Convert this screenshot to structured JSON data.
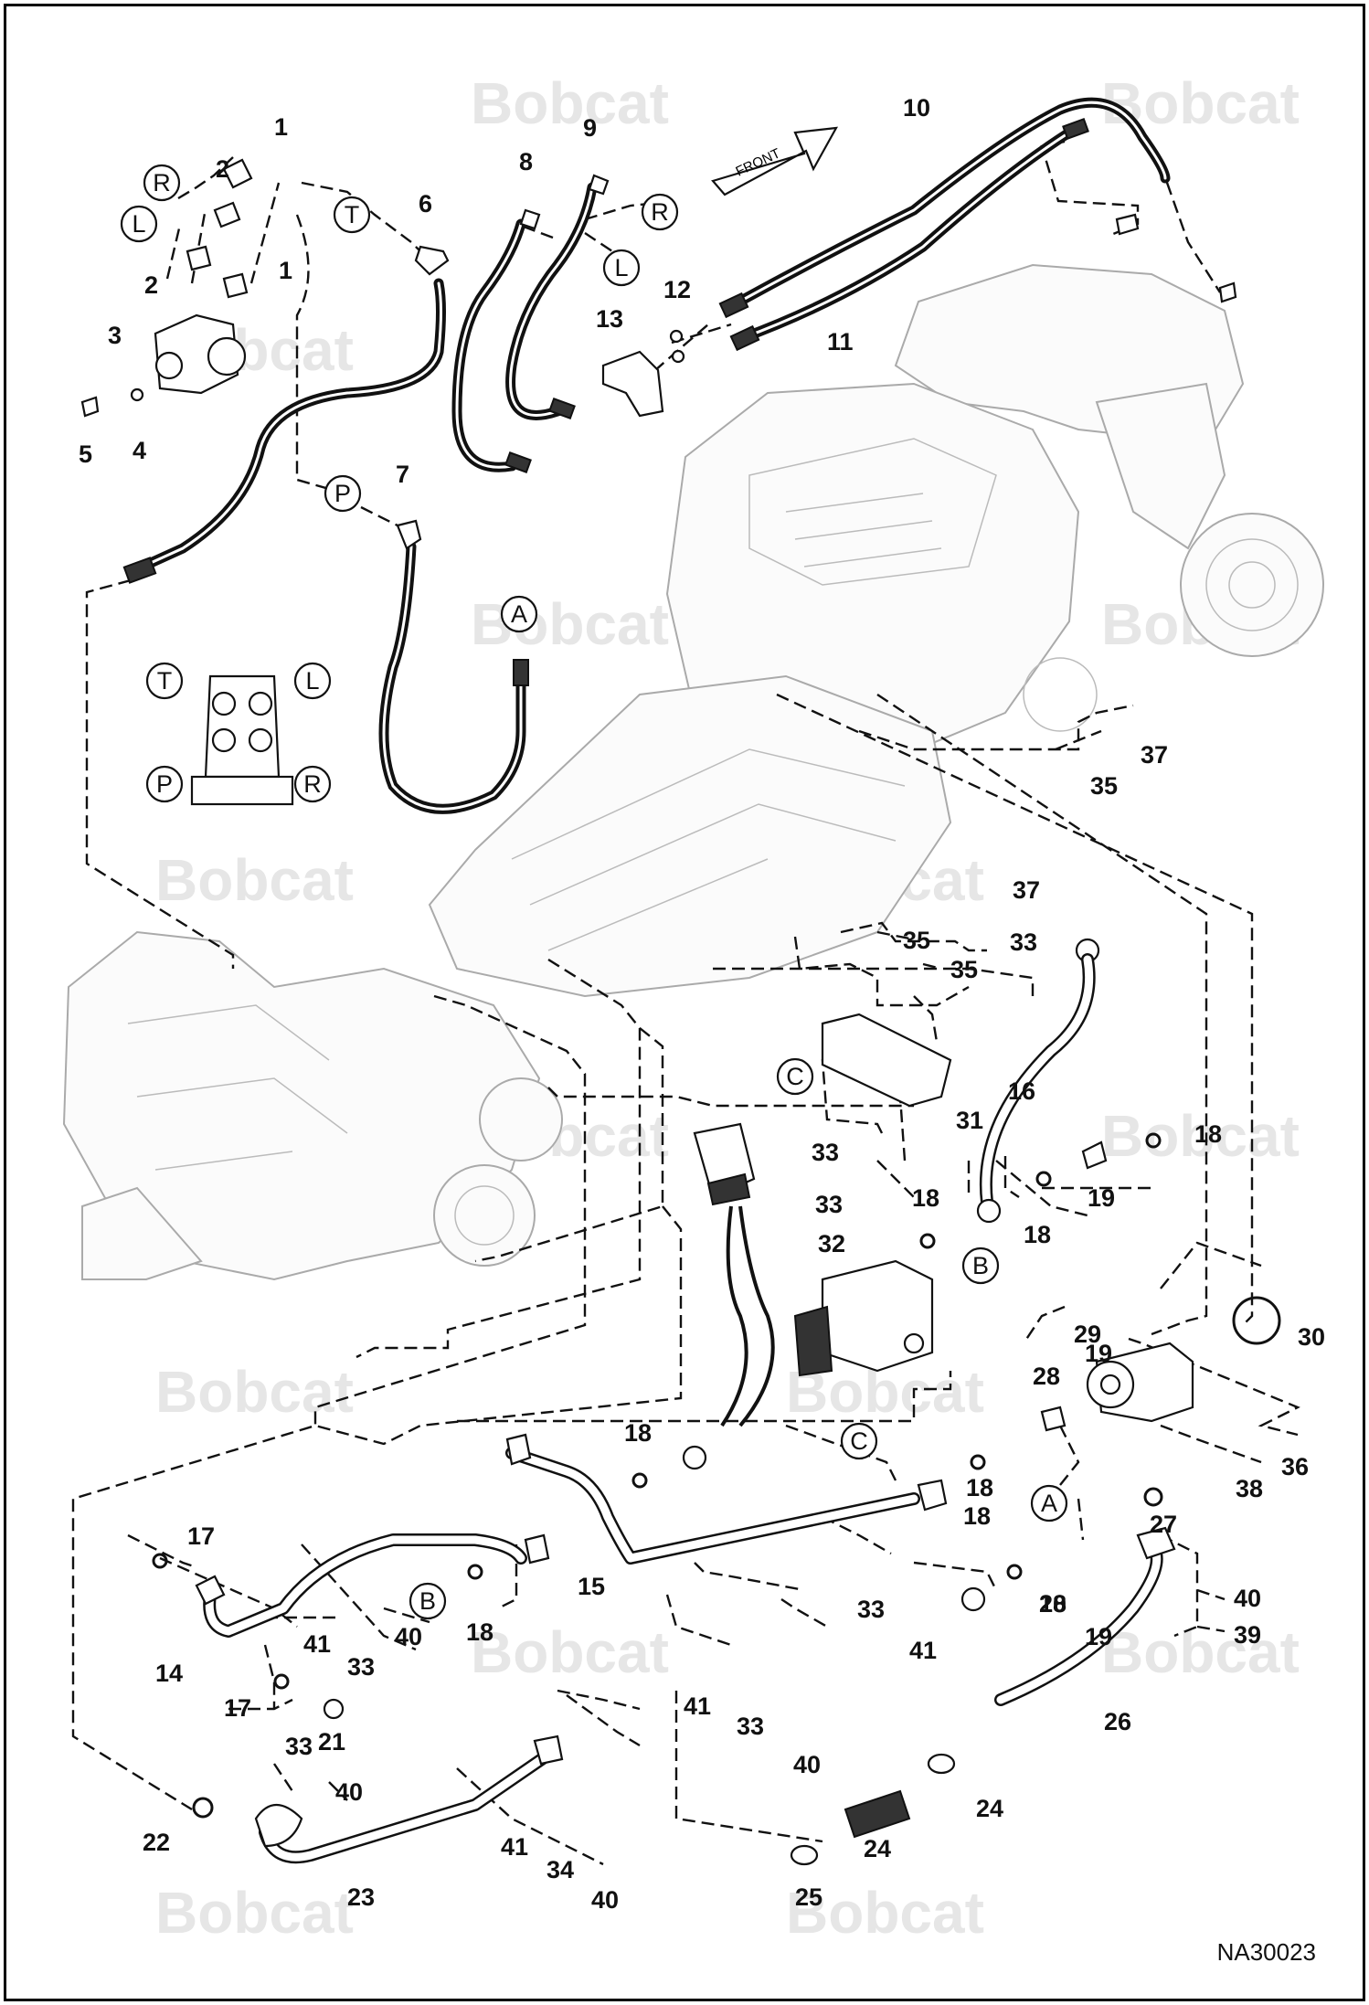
{
  "watermark": "Bobcat",
  "front_label": "FRONT",
  "figure_id": "NA30023",
  "callouts": [
    {
      "id": "c1a",
      "text": "1"
    },
    {
      "id": "c1b",
      "text": "1"
    },
    {
      "id": "c2a",
      "text": "2"
    },
    {
      "id": "c2b",
      "text": "2"
    },
    {
      "id": "c3",
      "text": "3"
    },
    {
      "id": "c4",
      "text": "4"
    },
    {
      "id": "c5",
      "text": "5"
    },
    {
      "id": "c6",
      "text": "6"
    },
    {
      "id": "c7",
      "text": "7"
    },
    {
      "id": "c8",
      "text": "8"
    },
    {
      "id": "c9",
      "text": "9"
    },
    {
      "id": "c10",
      "text": "10"
    },
    {
      "id": "c11",
      "text": "11"
    },
    {
      "id": "c12",
      "text": "12"
    },
    {
      "id": "c13",
      "text": "13"
    },
    {
      "id": "c14",
      "text": "14"
    },
    {
      "id": "c15",
      "text": "15"
    },
    {
      "id": "c16",
      "text": "16"
    },
    {
      "id": "c17a",
      "text": "17"
    },
    {
      "id": "c17b",
      "text": "17"
    },
    {
      "id": "c18a",
      "text": "18"
    },
    {
      "id": "c18b",
      "text": "18"
    },
    {
      "id": "c18c",
      "text": "18"
    },
    {
      "id": "c18d",
      "text": "18"
    },
    {
      "id": "c18e",
      "text": "18"
    },
    {
      "id": "c18f",
      "text": "18"
    },
    {
      "id": "c18g",
      "text": "18"
    },
    {
      "id": "c18h",
      "text": "18"
    },
    {
      "id": "c19a",
      "text": "19"
    },
    {
      "id": "c19b",
      "text": "19"
    },
    {
      "id": "c19c",
      "text": "19"
    },
    {
      "id": "c20",
      "text": "20"
    },
    {
      "id": "c21",
      "text": "21"
    },
    {
      "id": "c22",
      "text": "22"
    },
    {
      "id": "c23",
      "text": "23"
    },
    {
      "id": "c24a",
      "text": "24"
    },
    {
      "id": "c24b",
      "text": "24"
    },
    {
      "id": "c25",
      "text": "25"
    },
    {
      "id": "c26",
      "text": "26"
    },
    {
      "id": "c27",
      "text": "27"
    },
    {
      "id": "c28",
      "text": "28"
    },
    {
      "id": "c29",
      "text": "29"
    },
    {
      "id": "c30",
      "text": "30"
    },
    {
      "id": "c31",
      "text": "31"
    },
    {
      "id": "c32",
      "text": "32"
    },
    {
      "id": "c33a",
      "text": "33"
    },
    {
      "id": "c33b",
      "text": "33"
    },
    {
      "id": "c33c",
      "text": "33"
    },
    {
      "id": "c33d",
      "text": "33"
    },
    {
      "id": "c33e",
      "text": "33"
    },
    {
      "id": "c33f",
      "text": "33"
    },
    {
      "id": "c33g",
      "text": "33"
    },
    {
      "id": "c34",
      "text": "34"
    },
    {
      "id": "c35a",
      "text": "35"
    },
    {
      "id": "c35b",
      "text": "35"
    },
    {
      "id": "c35c",
      "text": "35"
    },
    {
      "id": "c36",
      "text": "36"
    },
    {
      "id": "c37a",
      "text": "37"
    },
    {
      "id": "c37b",
      "text": "37"
    },
    {
      "id": "c38",
      "text": "38"
    },
    {
      "id": "c39",
      "text": "39"
    },
    {
      "id": "c40a",
      "text": "40"
    },
    {
      "id": "c40b",
      "text": "40"
    },
    {
      "id": "c40c",
      "text": "40"
    },
    {
      "id": "c40d",
      "text": "40"
    },
    {
      "id": "c40e",
      "text": "40"
    },
    {
      "id": "c41a",
      "text": "41"
    },
    {
      "id": "c41b",
      "text": "41"
    },
    {
      "id": "c41c",
      "text": "41"
    },
    {
      "id": "c41d",
      "text": "41"
    }
  ],
  "port_labels": [
    {
      "id": "pR1",
      "text": "R"
    },
    {
      "id": "pL1",
      "text": "L"
    },
    {
      "id": "pT1",
      "text": "T"
    },
    {
      "id": "pR2",
      "text": "R"
    },
    {
      "id": "pL2",
      "text": "L"
    },
    {
      "id": "pP1",
      "text": "P"
    },
    {
      "id": "pA1",
      "text": "A"
    },
    {
      "id": "pT2",
      "text": "T"
    },
    {
      "id": "pL3",
      "text": "L"
    },
    {
      "id": "pP2",
      "text": "P"
    },
    {
      "id": "pR3",
      "text": "R"
    },
    {
      "id": "pC1",
      "text": "C"
    },
    {
      "id": "pB1",
      "text": "B"
    },
    {
      "id": "pC2",
      "text": "C"
    },
    {
      "id": "pA2",
      "text": "A"
    },
    {
      "id": "pB2",
      "text": "B"
    }
  ]
}
